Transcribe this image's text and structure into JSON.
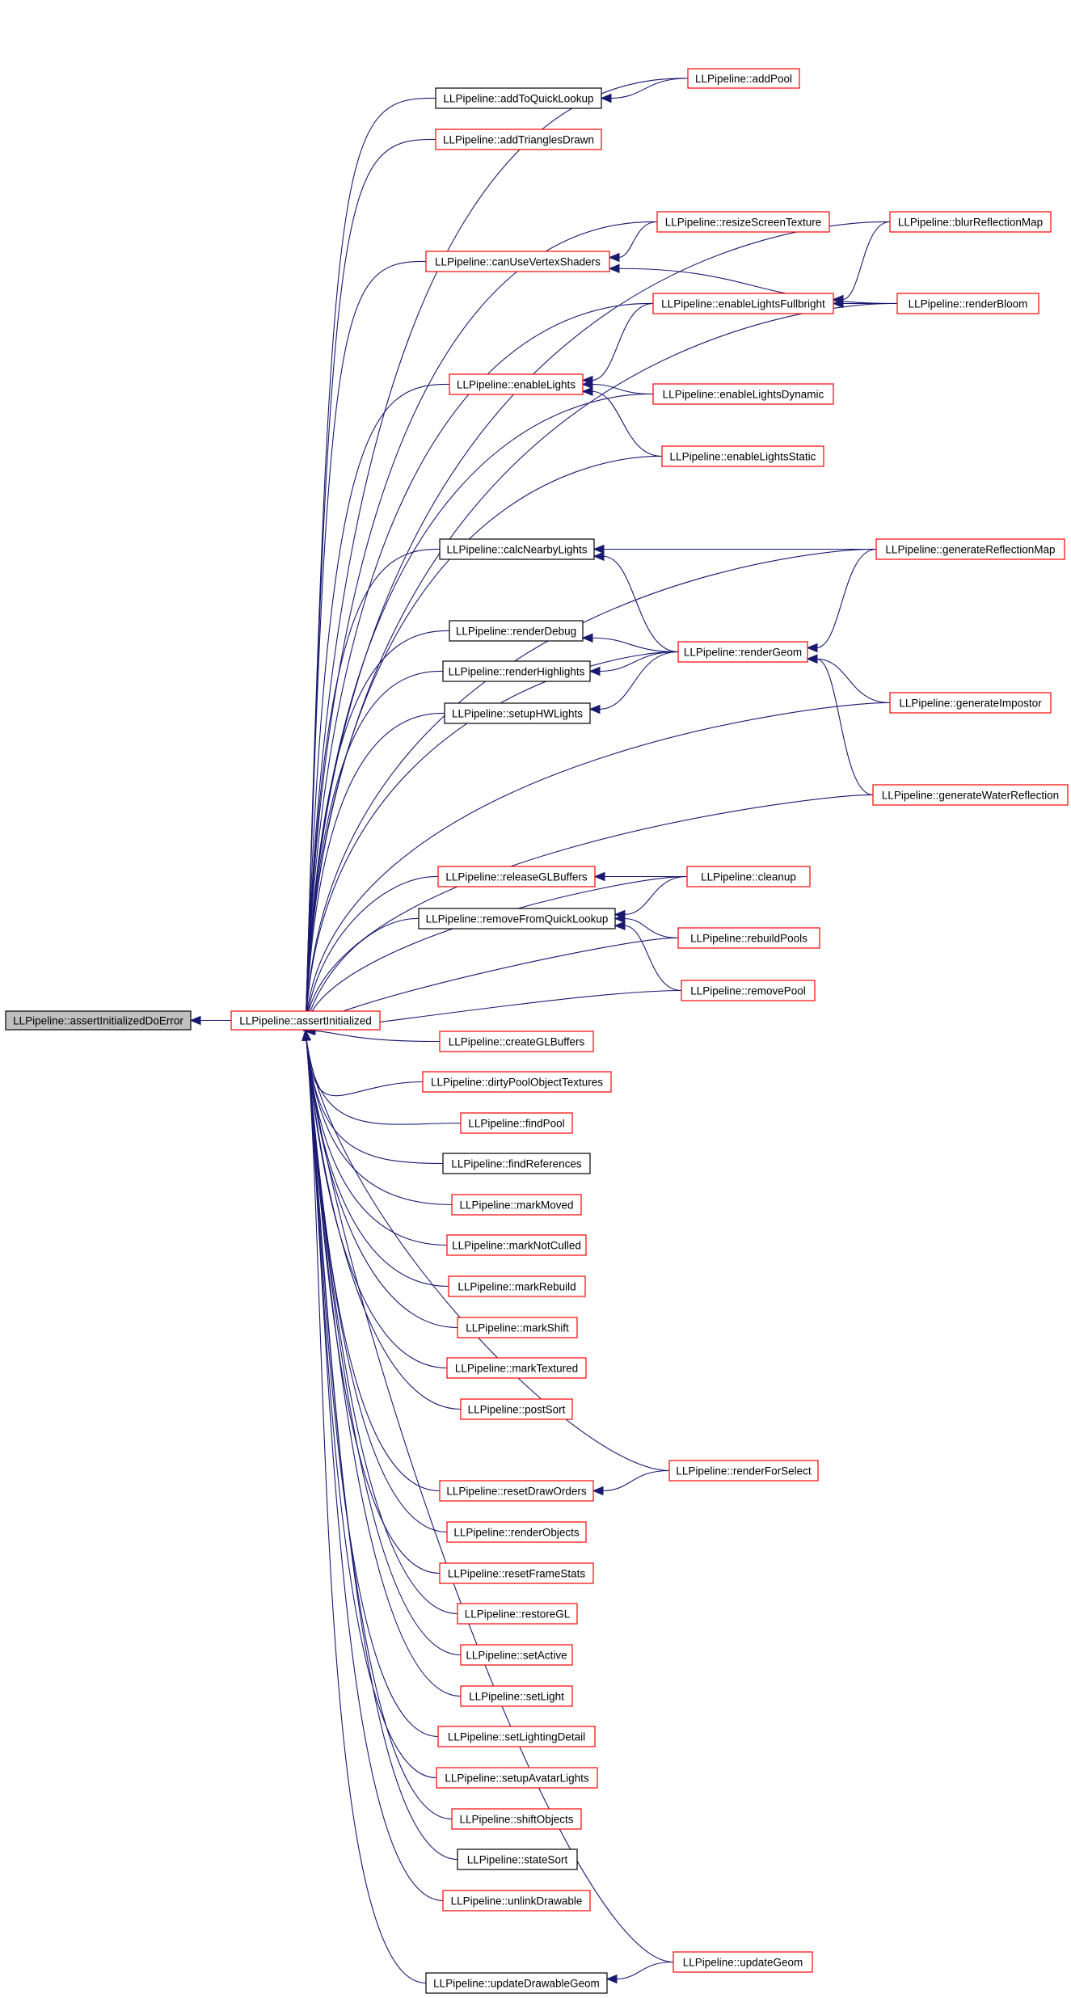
{
  "colors": {
    "edge": "#191970",
    "border_documented": "#ff0000",
    "border_plain": "#000000",
    "root_fill": "#bfbfbf",
    "node_fill": "#ffffff",
    "text": "#000000"
  },
  "nodes": [
    {
      "id": "root",
      "label": "LLPipeline::assertInitializedDoError",
      "style": "root"
    },
    {
      "id": "assertInitialized",
      "label": "LLPipeline::assertInitialized",
      "style": "red"
    },
    {
      "id": "addToQuickLookup",
      "label": "LLPipeline::addToQuickLookup",
      "style": "black"
    },
    {
      "id": "addPool",
      "label": "LLPipeline::addPool",
      "style": "red"
    },
    {
      "id": "addTrianglesDrawn",
      "label": "LLPipeline::addTrianglesDrawn",
      "style": "red"
    },
    {
      "id": "resizeScreenTexture",
      "label": "LLPipeline::resizeScreenTexture",
      "style": "red"
    },
    {
      "id": "blurReflectionMap",
      "label": "LLPipeline::blurReflectionMap",
      "style": "red"
    },
    {
      "id": "canUseVertexShaders",
      "label": "LLPipeline::canUseVertexShaders",
      "style": "red"
    },
    {
      "id": "enableLightsFullbright",
      "label": "LLPipeline::enableLightsFullbright",
      "style": "red"
    },
    {
      "id": "renderBloom",
      "label": "LLPipeline::renderBloom",
      "style": "red"
    },
    {
      "id": "enableLights",
      "label": "LLPipeline::enableLights",
      "style": "red"
    },
    {
      "id": "enableLightsDynamic",
      "label": "LLPipeline::enableLightsDynamic",
      "style": "red"
    },
    {
      "id": "enableLightsStatic",
      "label": "LLPipeline::enableLightsStatic",
      "style": "red"
    },
    {
      "id": "calcNearbyLights",
      "label": "LLPipeline::calcNearbyLights",
      "style": "black"
    },
    {
      "id": "generateReflectionMap",
      "label": "LLPipeline::generateReflectionMap",
      "style": "red"
    },
    {
      "id": "renderDebug",
      "label": "LLPipeline::renderDebug",
      "style": "black"
    },
    {
      "id": "renderGeom",
      "label": "LLPipeline::renderGeom",
      "style": "red"
    },
    {
      "id": "renderHighlights",
      "label": "LLPipeline::renderHighlights",
      "style": "black"
    },
    {
      "id": "setupHWLights",
      "label": "LLPipeline::setupHWLights",
      "style": "black"
    },
    {
      "id": "generateImpostor",
      "label": "LLPipeline::generateImpostor",
      "style": "red"
    },
    {
      "id": "generateWaterReflection",
      "label": "LLPipeline::generateWaterReflection",
      "style": "red"
    },
    {
      "id": "releaseGLBuffers",
      "label": "LLPipeline::releaseGLBuffers",
      "style": "red"
    },
    {
      "id": "cleanup",
      "label": "LLPipeline::cleanup",
      "style": "red"
    },
    {
      "id": "removeFromQuickLookup",
      "label": "LLPipeline::removeFromQuickLookup",
      "style": "black"
    },
    {
      "id": "rebuildPools",
      "label": "LLPipeline::rebuildPools",
      "style": "red"
    },
    {
      "id": "removePool",
      "label": "LLPipeline::removePool",
      "style": "red"
    },
    {
      "id": "createGLBuffers",
      "label": "LLPipeline::createGLBuffers",
      "style": "red"
    },
    {
      "id": "dirtyPoolObjectTextures",
      "label": "LLPipeline::dirtyPoolObjectTextures",
      "style": "red"
    },
    {
      "id": "findPool",
      "label": "LLPipeline::findPool",
      "style": "red"
    },
    {
      "id": "findReferences",
      "label": "LLPipeline::findReferences",
      "style": "black"
    },
    {
      "id": "markMoved",
      "label": "LLPipeline::markMoved",
      "style": "red"
    },
    {
      "id": "markNotCulled",
      "label": "LLPipeline::markNotCulled",
      "style": "red"
    },
    {
      "id": "markRebuild",
      "label": "LLPipeline::markRebuild",
      "style": "red"
    },
    {
      "id": "markShift",
      "label": "LLPipeline::markShift",
      "style": "red"
    },
    {
      "id": "markTextured",
      "label": "LLPipeline::markTextured",
      "style": "red"
    },
    {
      "id": "postSort",
      "label": "LLPipeline::postSort",
      "style": "red"
    },
    {
      "id": "renderForSelect",
      "label": "LLPipeline::renderForSelect",
      "style": "red"
    },
    {
      "id": "resetDrawOrders",
      "label": "LLPipeline::resetDrawOrders",
      "style": "red"
    },
    {
      "id": "renderObjects",
      "label": "LLPipeline::renderObjects",
      "style": "red"
    },
    {
      "id": "resetFrameStats",
      "label": "LLPipeline::resetFrameStats",
      "style": "red"
    },
    {
      "id": "restoreGL",
      "label": "LLPipeline::restoreGL",
      "style": "red"
    },
    {
      "id": "setActive",
      "label": "LLPipeline::setActive",
      "style": "red"
    },
    {
      "id": "setLight",
      "label": "LLPipeline::setLight",
      "style": "red"
    },
    {
      "id": "setLightingDetail",
      "label": "LLPipeline::setLightingDetail",
      "style": "red"
    },
    {
      "id": "setupAvatarLights",
      "label": "LLPipeline::setupAvatarLights",
      "style": "red"
    },
    {
      "id": "shiftObjects",
      "label": "LLPipeline::shiftObjects",
      "style": "red"
    },
    {
      "id": "stateSort",
      "label": "LLPipeline::stateSort",
      "style": "black"
    },
    {
      "id": "unlinkDrawable",
      "label": "LLPipeline::unlinkDrawable",
      "style": "red"
    },
    {
      "id": "updateGeom",
      "label": "LLPipeline::updateGeom",
      "style": "red"
    },
    {
      "id": "updateDrawableGeom",
      "label": "LLPipeline::updateDrawableGeom",
      "style": "black"
    }
  ],
  "edges": [
    [
      "assertInitialized",
      "root"
    ],
    [
      "addToQuickLookup",
      "assertInitialized"
    ],
    [
      "addPool",
      "addToQuickLookup"
    ],
    [
      "addPool",
      "assertInitialized"
    ],
    [
      "addTrianglesDrawn",
      "assertInitialized"
    ],
    [
      "resizeScreenTexture",
      "canUseVertexShaders"
    ],
    [
      "resizeScreenTexture",
      "assertInitialized"
    ],
    [
      "blurReflectionMap",
      "assertInitialized"
    ],
    [
      "blurReflectionMap",
      "enableLightsFullbright"
    ],
    [
      "canUseVertexShaders",
      "assertInitialized"
    ],
    [
      "renderBloom",
      "canUseVertexShaders"
    ],
    [
      "renderBloom",
      "enableLightsFullbright"
    ],
    [
      "renderBloom",
      "assertInitialized"
    ],
    [
      "enableLightsFullbright",
      "enableLights"
    ],
    [
      "enableLightsFullbright",
      "assertInitialized"
    ],
    [
      "enableLights",
      "assertInitialized"
    ],
    [
      "enableLightsDynamic",
      "enableLights"
    ],
    [
      "enableLightsDynamic",
      "assertInitialized"
    ],
    [
      "enableLightsStatic",
      "enableLights"
    ],
    [
      "enableLightsStatic",
      "assertInitialized"
    ],
    [
      "calcNearbyLights",
      "assertInitialized"
    ],
    [
      "generateReflectionMap",
      "calcNearbyLights"
    ],
    [
      "generateReflectionMap",
      "renderGeom"
    ],
    [
      "generateReflectionMap",
      "assertInitialized"
    ],
    [
      "renderGeom",
      "calcNearbyLights"
    ],
    [
      "renderGeom",
      "renderDebug"
    ],
    [
      "renderGeom",
      "renderHighlights"
    ],
    [
      "renderGeom",
      "setupHWLights"
    ],
    [
      "renderGeom",
      "assertInitialized"
    ],
    [
      "renderDebug",
      "assertInitialized"
    ],
    [
      "renderHighlights",
      "assertInitialized"
    ],
    [
      "setupHWLights",
      "assertInitialized"
    ],
    [
      "generateImpostor",
      "renderGeom"
    ],
    [
      "generateImpostor",
      "assertInitialized"
    ],
    [
      "generateWaterReflection",
      "renderGeom"
    ],
    [
      "generateWaterReflection",
      "assertInitialized"
    ],
    [
      "releaseGLBuffers",
      "assertInitialized"
    ],
    [
      "cleanup",
      "releaseGLBuffers"
    ],
    [
      "cleanup",
      "removeFromQuickLookup"
    ],
    [
      "cleanup",
      "assertInitialized"
    ],
    [
      "removeFromQuickLookup",
      "assertInitialized"
    ],
    [
      "rebuildPools",
      "removeFromQuickLookup"
    ],
    [
      "rebuildPools",
      "assertInitialized"
    ],
    [
      "removePool",
      "removeFromQuickLookup"
    ],
    [
      "removePool",
      "assertInitialized"
    ],
    [
      "createGLBuffers",
      "assertInitialized"
    ],
    [
      "dirtyPoolObjectTextures",
      "assertInitialized"
    ],
    [
      "findPool",
      "assertInitialized"
    ],
    [
      "findReferences",
      "assertInitialized"
    ],
    [
      "markMoved",
      "assertInitialized"
    ],
    [
      "markNotCulled",
      "assertInitialized"
    ],
    [
      "markRebuild",
      "assertInitialized"
    ],
    [
      "markShift",
      "assertInitialized"
    ],
    [
      "markTextured",
      "assertInitialized"
    ],
    [
      "postSort",
      "assertInitialized"
    ],
    [
      "renderForSelect",
      "resetDrawOrders"
    ],
    [
      "renderForSelect",
      "assertInitialized"
    ],
    [
      "resetDrawOrders",
      "assertInitialized"
    ],
    [
      "renderObjects",
      "assertInitialized"
    ],
    [
      "resetFrameStats",
      "assertInitialized"
    ],
    [
      "restoreGL",
      "assertInitialized"
    ],
    [
      "setActive",
      "assertInitialized"
    ],
    [
      "setLight",
      "assertInitialized"
    ],
    [
      "setLightingDetail",
      "assertInitialized"
    ],
    [
      "setupAvatarLights",
      "assertInitialized"
    ],
    [
      "shiftObjects",
      "assertInitialized"
    ],
    [
      "stateSort",
      "assertInitialized"
    ],
    [
      "unlinkDrawable",
      "assertInitialized"
    ],
    [
      "updateGeom",
      "updateDrawableGeom"
    ],
    [
      "updateGeom",
      "assertInitialized"
    ],
    [
      "updateDrawableGeom",
      "assertInitialized"
    ]
  ]
}
